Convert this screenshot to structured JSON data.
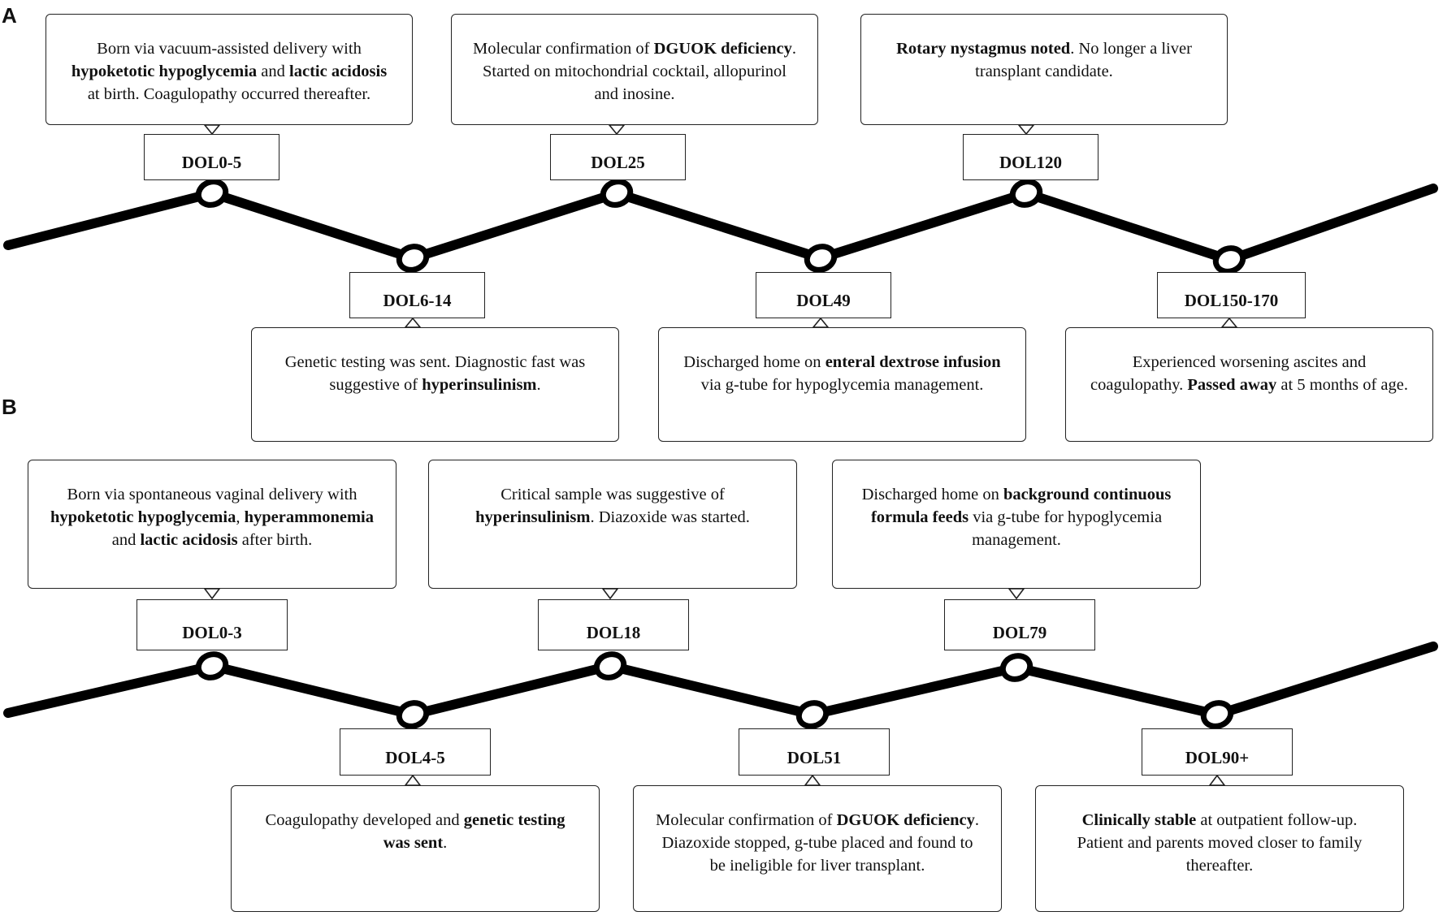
{
  "panels": [
    {
      "label": "A",
      "top_events": [
        {
          "tag": "DOL0-5",
          "text": [
            [
              "Born via vacuum-assisted delivery with ",
              false
            ],
            [
              "hypoketotic hypoglycemia",
              true
            ],
            [
              " and ",
              false
            ],
            [
              "lactic acidosis",
              true
            ],
            [
              " at birth. Coagulopathy occurred thereafter.",
              false
            ]
          ]
        },
        {
          "tag": "DOL25",
          "text": [
            [
              "Molecular confirmation of ",
              false
            ],
            [
              "DGUOK deficiency",
              true
            ],
            [
              ". Started on mitochondrial cocktail, allopurinol and inosine.",
              false
            ]
          ]
        },
        {
          "tag": "DOL120",
          "text": [
            [
              "Rotary nystagmus noted",
              true
            ],
            [
              ". No longer a liver transplant candidate.",
              false
            ]
          ]
        }
      ],
      "bottom_events": [
        {
          "tag": "DOL6-14",
          "text": [
            [
              "Genetic testing was sent. Diagnostic fast was suggestive of ",
              false
            ],
            [
              "hyperinsulinism",
              true
            ],
            [
              ".",
              false
            ]
          ]
        },
        {
          "tag": "DOL49",
          "text": [
            [
              "Discharged home on ",
              false
            ],
            [
              "enteral dextrose infusion",
              true
            ],
            [
              " via g-tube for hypoglycemia management.",
              false
            ]
          ]
        },
        {
          "tag": "DOL150-170",
          "text": [
            [
              "Experienced worsening ascites and coagulopathy. ",
              false
            ],
            [
              "Passed away",
              true
            ],
            [
              " at 5 months of age.",
              false
            ]
          ]
        }
      ]
    },
    {
      "label": "B",
      "top_events": [
        {
          "tag": "DOL0-3",
          "text": [
            [
              "Born via spontaneous vaginal delivery with ",
              false
            ],
            [
              "hypoketotic hypoglycemia",
              true
            ],
            [
              ", ",
              false
            ],
            [
              "hyperammonemia",
              true
            ],
            [
              " and ",
              false
            ],
            [
              "lactic acidosis",
              true
            ],
            [
              " after birth.",
              false
            ]
          ]
        },
        {
          "tag": "DOL18",
          "text": [
            [
              "Critical sample was suggestive of ",
              false
            ],
            [
              "hyperinsulinism",
              true
            ],
            [
              ". Diazoxide was started.",
              false
            ]
          ]
        },
        {
          "tag": "DOL79",
          "text": [
            [
              "Discharged home on ",
              false
            ],
            [
              "background continuous formula feeds",
              true
            ],
            [
              " via g-tube for hypoglycemia management.",
              false
            ]
          ]
        }
      ],
      "bottom_events": [
        {
          "tag": "DOL4-5",
          "text": [
            [
              "Coagulopathy developed and ",
              false
            ],
            [
              "genetic testing was sent",
              true
            ],
            [
              ".",
              false
            ]
          ]
        },
        {
          "tag": "DOL51",
          "text": [
            [
              "Molecular confirmation of ",
              false
            ],
            [
              "DGUOK deficiency",
              true
            ],
            [
              ". Diazoxide stopped, g-tube placed and found to be ineligible for liver transplant.",
              false
            ]
          ]
        },
        {
          "tag": "DOL90+",
          "text": [
            [
              "Clinically stable",
              true
            ],
            [
              " at outpatient follow-up. Patient and parents moved closer to family thereafter.",
              false
            ]
          ]
        }
      ]
    }
  ]
}
